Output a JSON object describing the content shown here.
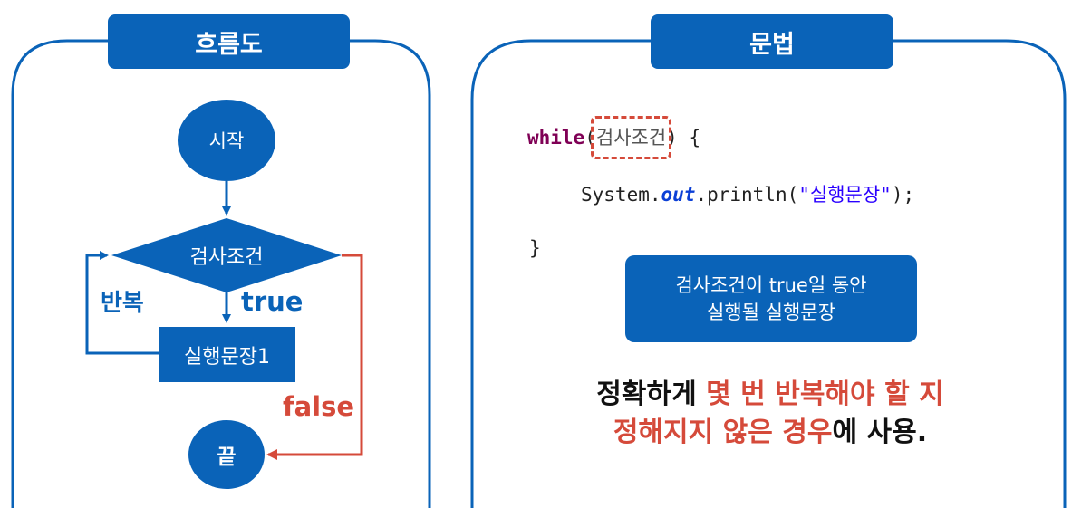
{
  "flowchart": {
    "title": "흐름도",
    "start": "시작",
    "condition": "검사조건",
    "loop_label": "반복",
    "true_label": "true",
    "statement": "실행문장1",
    "false_label": "false",
    "end": "끝"
  },
  "syntax": {
    "title": "문법",
    "code": {
      "keyword": "while",
      "open_paren": "(",
      "condition": "검사조건",
      "close_paren_brace": ") {",
      "system": "System.",
      "out": "out",
      "println": ".println(",
      "string": "\"실행문장\"",
      "end_stmt": ");",
      "close_brace": "}"
    },
    "info_line1": "검사조건이 true일 동안",
    "info_line2": "실행될 실행문장",
    "summary_line1_a": "정확하게 ",
    "summary_line1_b": "몇 번 반복해야 할 지",
    "summary_line2_a": "정해지지 않은 경우",
    "summary_line2_b": "에 사용."
  },
  "colors": {
    "primary_blue": "#0a63b8",
    "accent_red": "#d54a3a"
  }
}
